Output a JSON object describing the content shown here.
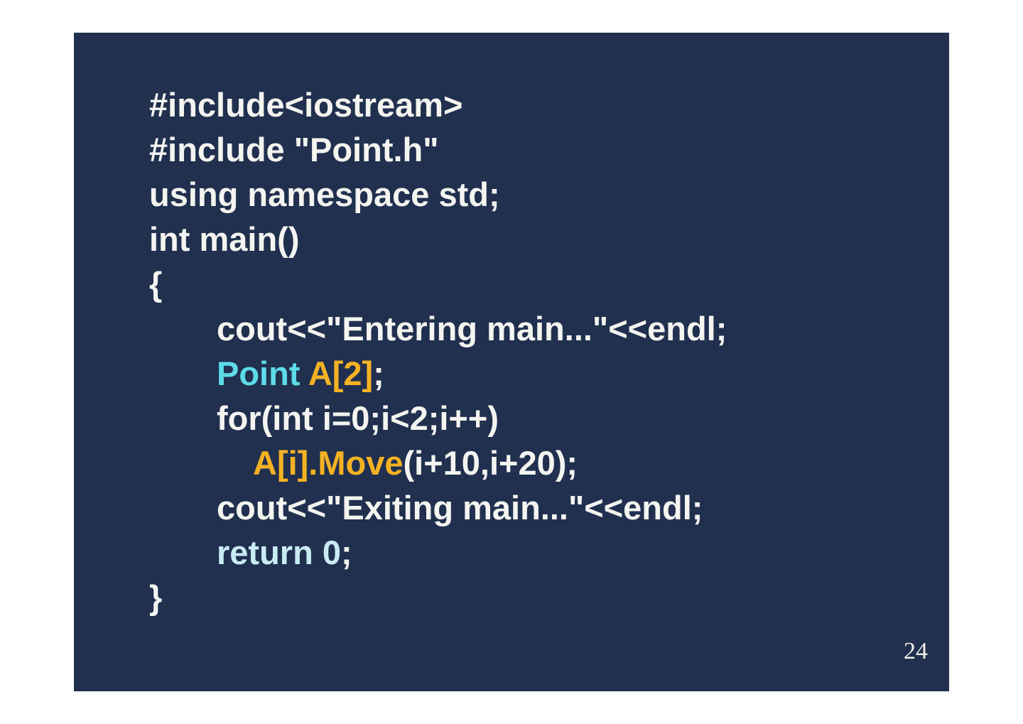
{
  "slide": {
    "page_number": "24",
    "colors": {
      "page_bg": "#ffffff",
      "slide_bg": "#21304f",
      "white": "#f4f4f0",
      "cyan": "#5ddbe8",
      "yellow": "#f4b223",
      "pale": "#c9ecf4",
      "page_number": "#f0efe9"
    },
    "code_lines": [
      {
        "indent": 0,
        "segments": [
          {
            "text": "#include<iostream>",
            "color": "white"
          }
        ]
      },
      {
        "indent": 0,
        "segments": [
          {
            "text": "#include \"Point.h\"",
            "color": "white"
          }
        ]
      },
      {
        "indent": 0,
        "segments": [
          {
            "text": "using namespace std;",
            "color": "white"
          }
        ]
      },
      {
        "indent": 0,
        "segments": [
          {
            "text": "int main()",
            "color": "white"
          }
        ]
      },
      {
        "indent": 0,
        "segments": [
          {
            "text": "{",
            "color": "white"
          }
        ]
      },
      {
        "indent": 1,
        "segments": [
          {
            "text": "cout<<\"Entering main...\"<<endl;",
            "color": "white"
          }
        ]
      },
      {
        "indent": 1,
        "segments": [
          {
            "text": "Point",
            "color": "cyan"
          },
          {
            "text": " ",
            "color": "white"
          },
          {
            "text": "A[2]",
            "color": "yellow"
          },
          {
            "text": ";",
            "color": "white"
          }
        ]
      },
      {
        "indent": 1,
        "segments": [
          {
            "text": "for(int i=0;i<2;i++)",
            "color": "white"
          }
        ]
      },
      {
        "indent": 2,
        "segments": [
          {
            "text": "A[i].Move",
            "color": "yellow"
          },
          {
            "text": "(i+10,i+20);",
            "color": "white"
          }
        ]
      },
      {
        "indent": 1,
        "segments": [
          {
            "text": "cout<<\"Exiting main...\"<<endl;",
            "color": "white"
          }
        ]
      },
      {
        "indent": 1,
        "segments": [
          {
            "text": "return 0",
            "color": "pale"
          },
          {
            "text": ";",
            "color": "white"
          }
        ]
      },
      {
        "indent": 0,
        "segments": [
          {
            "text": "}",
            "color": "white"
          }
        ]
      }
    ]
  }
}
